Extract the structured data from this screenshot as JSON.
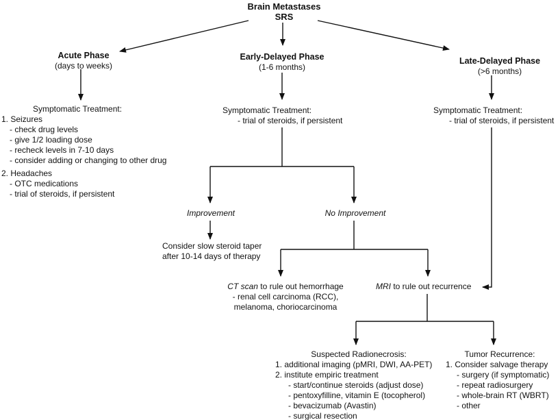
{
  "meta": {
    "background_color": "#ffffff",
    "ink_color": "#111111",
    "diagram_type": "flowchart"
  },
  "root": {
    "title": "Brain Metastases",
    "subtitle": "SRS"
  },
  "phases": {
    "acute": {
      "title": "Acute Phase",
      "subtitle": "(days to weeks)"
    },
    "early": {
      "title": "Early-Delayed Phase",
      "subtitle": "(1-6 months)"
    },
    "late": {
      "title": "Late-Delayed Phase",
      "subtitle": "(>6 months)"
    }
  },
  "acute_treatment": {
    "heading": "Symptomatic Treatment:",
    "seizures_label": "1. Seizures",
    "seizures_items": [
      "- check drug levels",
      "- give 1/2 loading dose",
      "- recheck levels in 7-10 days",
      "- consider adding or changing to other drug"
    ],
    "headaches_label": "2. Headaches",
    "headaches_items": [
      "- OTC medications",
      "- trial of steroids, if persistent"
    ]
  },
  "early_treatment": {
    "heading": "Symptomatic Treatment:",
    "item": "- trial of steroids, if persistent"
  },
  "late_treatment": {
    "heading": "Symptomatic Treatment:",
    "item": "- trial of steroids, if persistent"
  },
  "branch_labels": {
    "improvement": "Improvement",
    "no_improvement": "No Improvement"
  },
  "steroid_taper": {
    "line1": "Consider slow steroid taper",
    "line2": "after 10-14 days of therapy"
  },
  "ct_scan": {
    "emphasis": "CT scan",
    "rest": " to rule out hemorrhage",
    "line2": "- renal cell carcinoma (RCC),",
    "line3": "melanoma, choriocarcinoma"
  },
  "mri": {
    "emphasis": "MRI",
    "rest": " to rule out recurrence"
  },
  "radionecrosis": {
    "heading": "Suspected Radionecrosis:",
    "item1": "1. additional imaging (pMRI, DWI, AA-PET)",
    "item2": "2. institute empiric treatment",
    "item2_subs": [
      "- start/continue steroids (adjust dose)",
      "- pentoxyfilline, vitamin E (tocopherol)",
      "- bevacizumab (Avastin)",
      "- surgical resection"
    ]
  },
  "recurrence": {
    "heading": "Tumor Recurrence:",
    "item1": "1. Consider salvage therapy",
    "item1_subs": [
      "- surgery (if symptomatic)",
      "- repeat radiosurgery",
      "- whole-brain RT (WBRT)",
      "- other"
    ]
  }
}
